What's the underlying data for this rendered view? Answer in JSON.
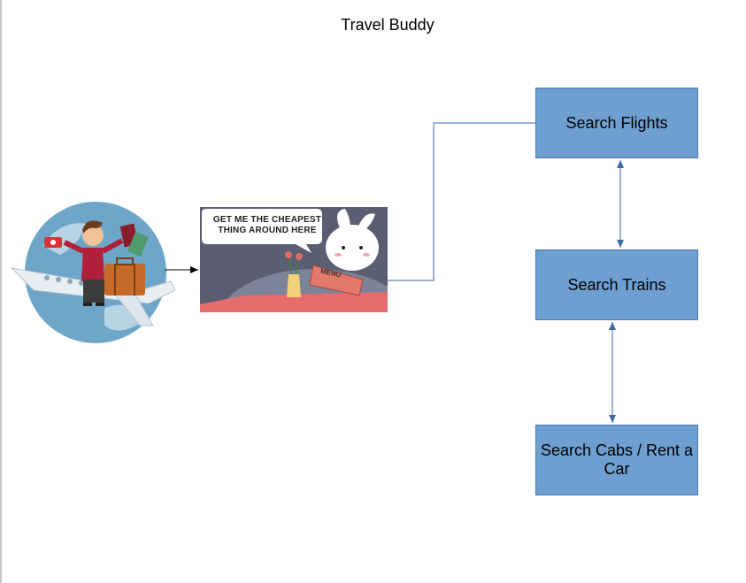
{
  "title": "Travel Buddy",
  "meme": {
    "speech": "GET ME THE CHEAPEST THING AROUND HERE",
    "menu_label": "MENU"
  },
  "boxes": [
    {
      "label": "Search Flights"
    },
    {
      "label": "Search Trains"
    },
    {
      "label": "Search Cabs / Rent a Car"
    }
  ],
  "colors": {
    "box_fill": "#6f9fd0",
    "box_border": "#4a78ad",
    "connector": "#3a6aa5",
    "arrow": "#000000"
  }
}
